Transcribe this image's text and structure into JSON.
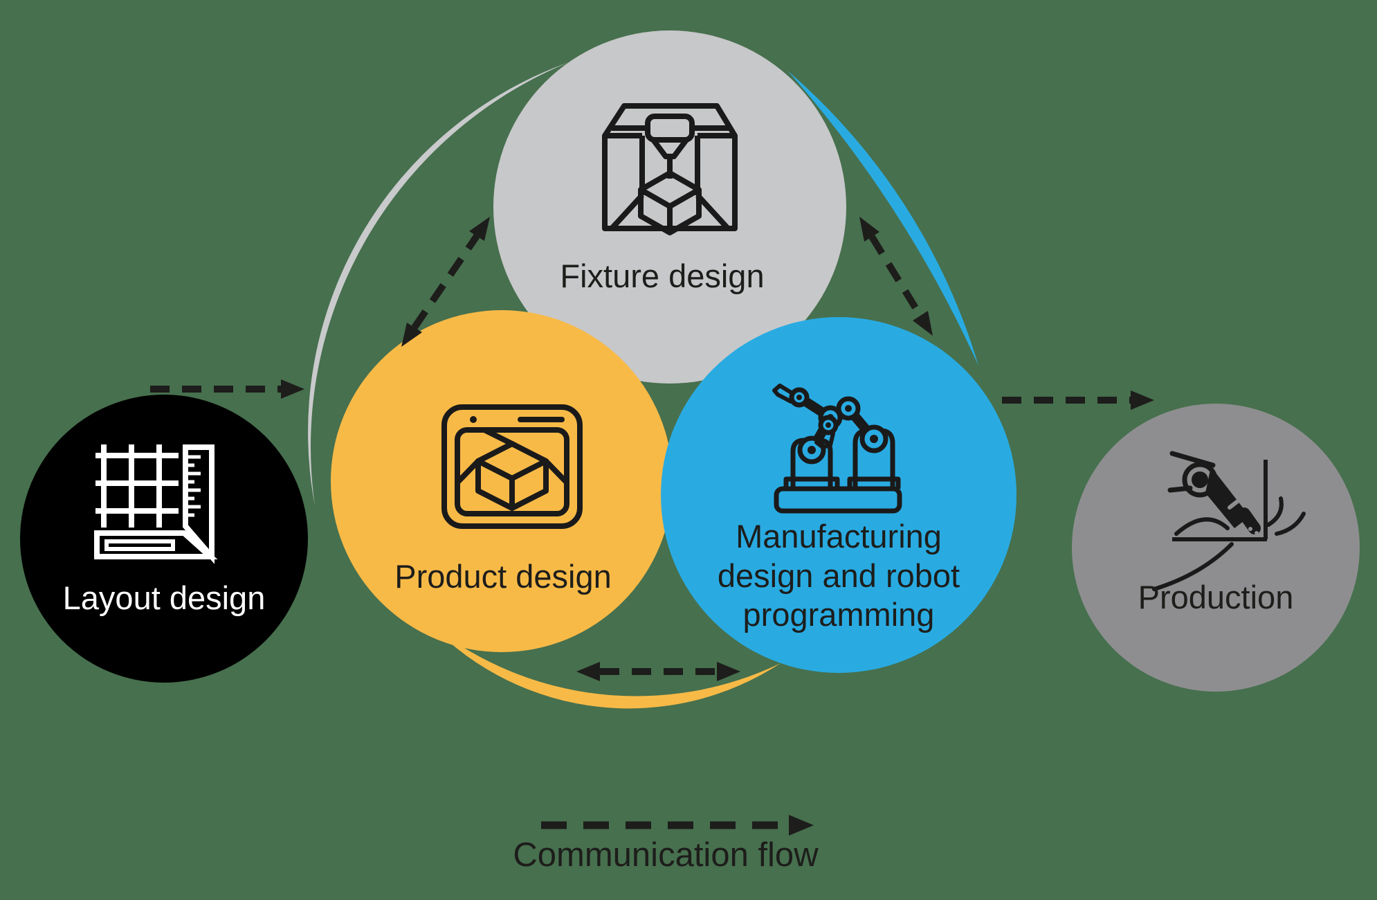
{
  "title": "Design to production communication flow diagram",
  "background_color": "#47704e",
  "legend": {
    "label": "Communication flow",
    "arrow_style": "dashed-arrow-right"
  },
  "nodes": [
    {
      "id": "layout-design",
      "label": "Layout design",
      "color": "#000000",
      "text_color": "#ffffff",
      "icon": "grid-ruler-icon"
    },
    {
      "id": "fixture-design",
      "label": "Fixture design",
      "color": "#c7c8ca",
      "text_color": "#1d1d1b",
      "icon": "printer-3d-icon"
    },
    {
      "id": "product-design",
      "label": "Product design",
      "color": "#f8ba47",
      "text_color": "#1d1d1b",
      "icon": "cad-screen-icon"
    },
    {
      "id": "manufacturing-design",
      "label": "Manufacturing design and robot programming",
      "label_lines": [
        "Manufacturing",
        "design and robot",
        "programming"
      ],
      "color": "#29abe2",
      "text_color": "#1d1d1b",
      "icon": "robot-arms-icon"
    },
    {
      "id": "production",
      "label": "Production",
      "color": "#8e8e90",
      "text_color": "#1d1d1b",
      "icon": "welding-torch-icon"
    }
  ],
  "ring_arcs": [
    {
      "id": "gray-arc",
      "color": "#c9cacc"
    },
    {
      "id": "blue-arc",
      "color": "#29abe2"
    },
    {
      "id": "yellow-arc",
      "color": "#f8ba47"
    }
  ],
  "connections": [
    {
      "from": "Layout design",
      "to": "communication ring",
      "style": "dashed-arrow"
    },
    {
      "from": "Product design",
      "to": "Fixture design",
      "style": "dashed-double-arrow"
    },
    {
      "from": "Fixture design",
      "to": "Manufacturing design and robot programming",
      "style": "dashed-double-arrow"
    },
    {
      "from": "Product design",
      "to": "Manufacturing design and robot programming",
      "style": "dashed-double-arrow"
    },
    {
      "from": "Manufacturing design and robot programming",
      "to": "Production",
      "style": "dashed-arrow"
    }
  ],
  "arrow_color": "#1d1d1b"
}
